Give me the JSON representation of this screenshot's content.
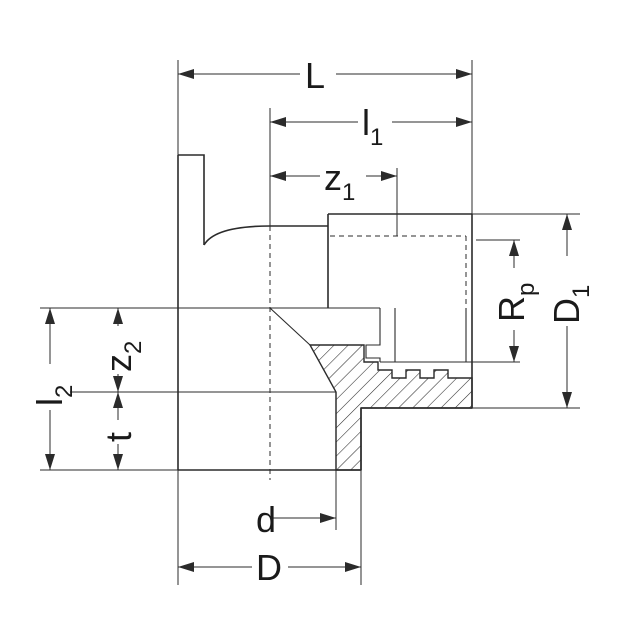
{
  "labels": {
    "L": "L",
    "l1_main": "l",
    "l1_sub": "1",
    "z1_main": "z",
    "z1_sub": "1",
    "Rp_main": "R",
    "Rp_sub": "p",
    "D1_main": "D",
    "D1_sub": "1",
    "l2_main": "l",
    "l2_sub": "2",
    "z2_main": "z",
    "z2_sub": "2",
    "t": "t",
    "d": "d",
    "D": "D"
  }
}
